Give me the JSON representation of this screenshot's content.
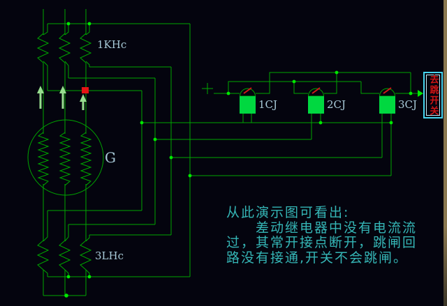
{
  "labels": {
    "ct_top": "1KHc",
    "generator": "G",
    "ct_bottom": "3LHc",
    "relay_1": "1CJ",
    "relay_2": "2CJ",
    "relay_3": "3CJ",
    "plus_sign": "+",
    "trip_destination": "去跳开关"
  },
  "caption": {
    "line1": "从此演示图可看出:",
    "line2": "　　差动继电器中没有电流流",
    "line3": "过，其常开接点断开，跳闸回",
    "line4": "路没有接通,开关不会跳闸。"
  },
  "colors": {
    "background": "#04040e",
    "wire": "#00a600",
    "dot": "#00e800",
    "relay": "#00d840",
    "needle": "#d01818",
    "arrow": "#97dd8f",
    "marker": "#e51515",
    "label": "#a8cad8",
    "paragraph": "#35b6b6",
    "trip_border": "#45d4ee",
    "trip_text": "#cf1414",
    "edge_stripe": "#8a7850"
  }
}
